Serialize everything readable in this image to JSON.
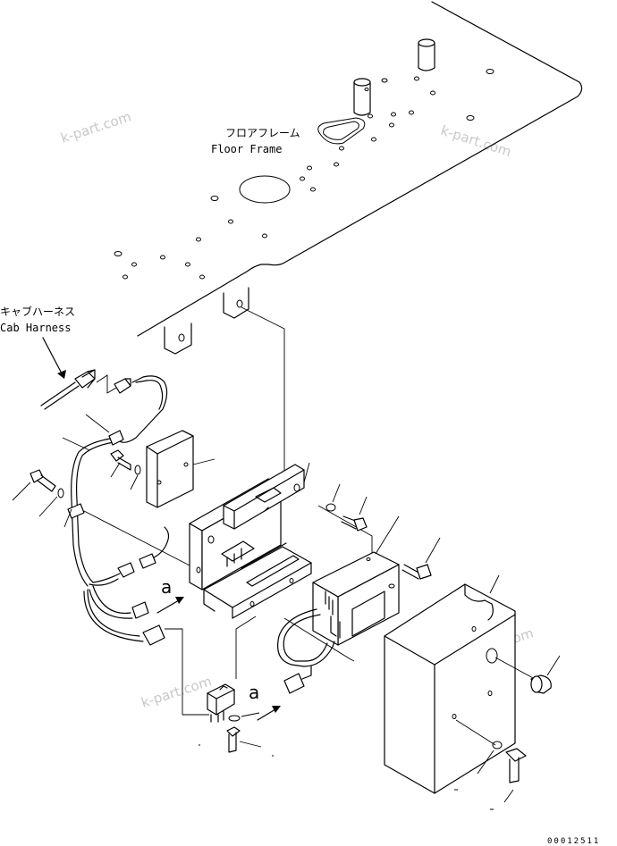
{
  "labels": {
    "floor_frame_jp": "フロアフレーム",
    "floor_frame_en": "Floor Frame",
    "cab_harness_jp": "キャブハーネス",
    "cab_harness_en": "Cab Harness",
    "mark_a1": "a",
    "mark_a2": "a"
  },
  "watermarks": [
    "k-part.com",
    "k-part.com",
    "k-part.com",
    "k-part.com"
  ],
  "drawing_code": "00012511"
}
